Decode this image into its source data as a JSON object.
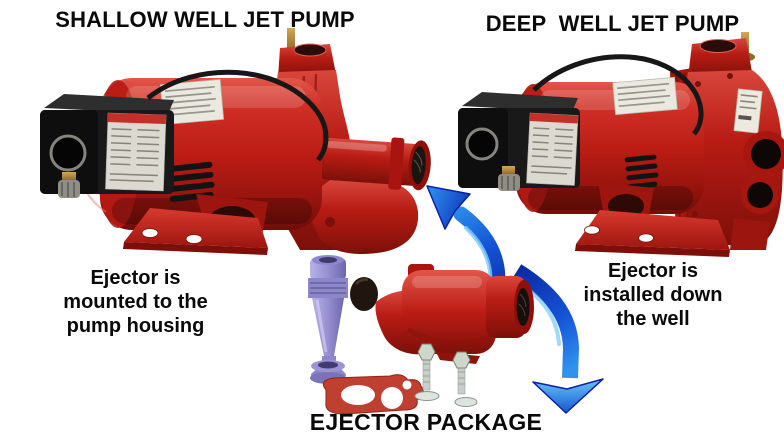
{
  "titles": {
    "left": "SHALLOW WELL JET PUMP",
    "right": "DEEP  WELL JET PUMP"
  },
  "captions": {
    "left": {
      "lines": [
        "Ejector is",
        "mounted to the",
        "pump housing"
      ]
    },
    "right": {
      "lines": [
        "Ejector is",
        "installed down",
        "the well"
      ]
    },
    "ejector_label": "EJECTOR PACKAGE"
  },
  "icons": {
    "left_arrow": "curved-arrow-up-left",
    "right_arrow": "curved-arrow-down-right"
  },
  "colors": {
    "background": "#ffffff",
    "text": "#0a0a0a",
    "pump_red": "#c42018",
    "pump_red_dark": "#8f130c",
    "switch_black": "#1b1b1b",
    "arrow_navy": "#0c1fa8",
    "arrow_blue": "#1553d6",
    "arrow_blue_light": "#2f93ee",
    "venturi_purple": "#9a94d6",
    "gasket_red": "#bf4030",
    "brass": "#b08035",
    "bolt_silver": "#cdd8cb",
    "label_white": "#eae9e0"
  }
}
